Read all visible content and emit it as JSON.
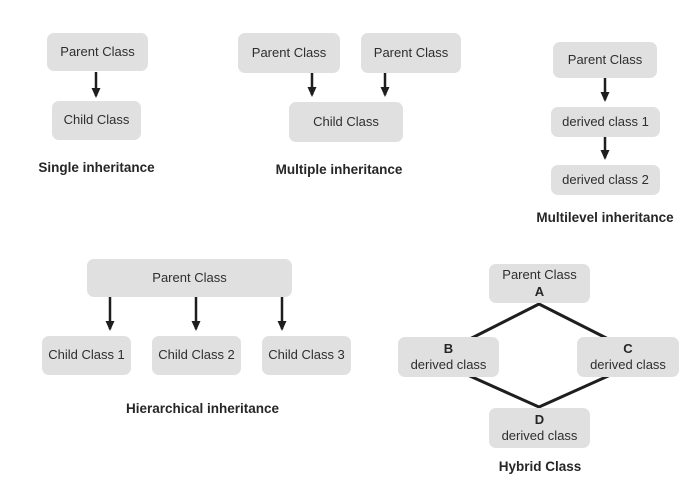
{
  "title": "Types of inheritance diagram",
  "colors": {
    "background": "#ffffff",
    "box_fill": "#e0e0e0",
    "box_text": "#2e2e2e",
    "caption_text": "#262626",
    "connector": "#1e1e1e"
  },
  "single": {
    "parent": "Parent Class",
    "child": "Child Class",
    "label": "Single inheritance"
  },
  "multiple": {
    "parent1": "Parent Class",
    "parent2": "Parent Class",
    "child": "Child Class",
    "label": "Multiple inheritance"
  },
  "multilevel": {
    "parent": "Parent Class",
    "derived1": "derived class 1",
    "derived2": "derived class 2",
    "label": "Multilevel inheritance"
  },
  "hierarchical": {
    "parent": "Parent Class",
    "child1": "Child Class 1",
    "child2": "Child Class 2",
    "child3": "Child Class 3",
    "label": "Hierarchical inheritance"
  },
  "hybrid": {
    "a_line1": "Parent Class",
    "a_line2": "A",
    "b_line1": "B",
    "b_line2": "derived class",
    "c_line1": "C",
    "c_line2": "derived class",
    "d_line1": "D",
    "d_line2": "derived class",
    "label": "Hybrid Class"
  }
}
